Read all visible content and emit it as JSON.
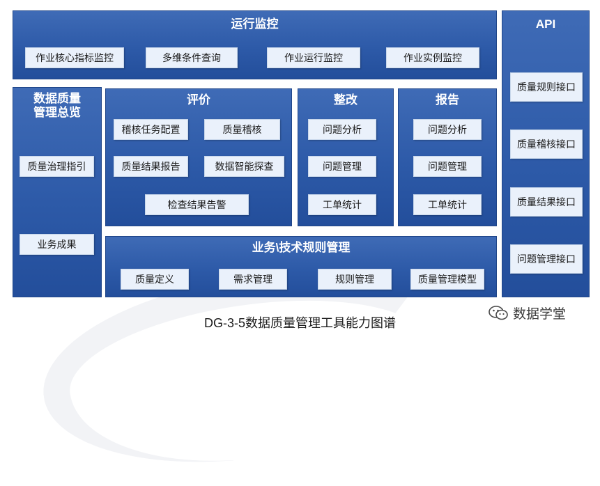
{
  "monitoring": {
    "title": "运行监控",
    "items": [
      "作业核心指标监控",
      "多维条件查询",
      "作业运行监控",
      "作业实例监控"
    ]
  },
  "overview": {
    "title": "数据质量\n管理总览",
    "items": [
      "质量治理指引",
      "业务成果"
    ]
  },
  "evaluation": {
    "title": "评价",
    "items": [
      "稽核任务配置",
      "质量稽核",
      "质量结果报告",
      "数据智能探查",
      "检查结果告警"
    ]
  },
  "rectification": {
    "title": "整改",
    "items": [
      "问题分析",
      "问题管理",
      "工单统计"
    ]
  },
  "report": {
    "title": "报告",
    "items": [
      "问题分析",
      "问题管理",
      "工单统计"
    ]
  },
  "rules": {
    "title": "业务\\技术规则管理",
    "items": [
      "质量定义",
      "需求管理",
      "规则管理",
      "质量管理模型"
    ]
  },
  "api": {
    "title": "API",
    "items": [
      "质量规则接口",
      "质量稽核接口",
      "质量结果接口",
      "问题管理接口"
    ]
  },
  "caption": "DG-3-5数据质量管理工具能力图谱",
  "watermark": "数据学堂",
  "colors": {
    "panel": "#2d5aa8",
    "box": "#eaf1fb"
  }
}
